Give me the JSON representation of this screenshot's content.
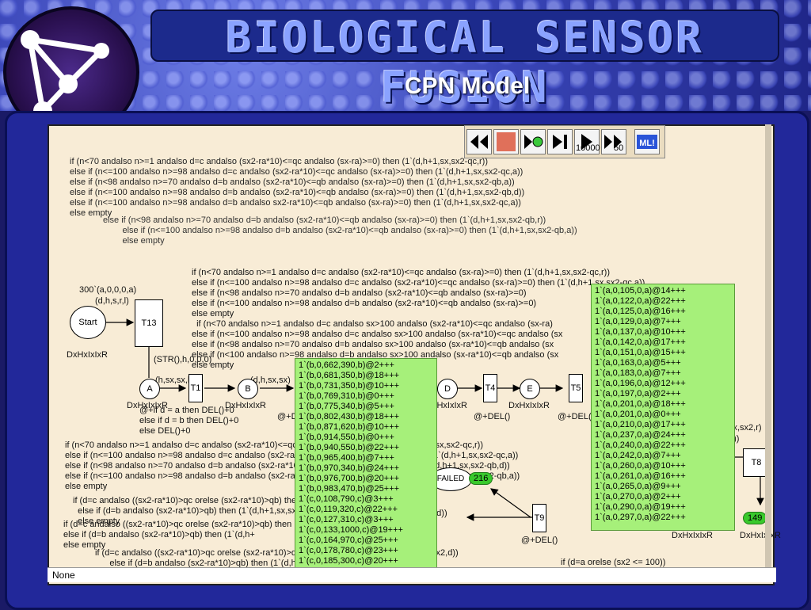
{
  "header": {
    "title": "BIOLOGICAL SENSOR FUSION",
    "subtitle": "CPN Model"
  },
  "toolbar": {
    "buttons": [
      "rewind-icon",
      "stop-icon",
      "play-step-icon",
      "step-icon",
      "play-icon",
      "fast-forward-icon",
      "ml-icon"
    ],
    "steps_value": "10000",
    "interval_value": "50",
    "ml_label": "ML!"
  },
  "status": {
    "text": "None"
  },
  "places": {
    "start": {
      "label": "Start",
      "type": "DxHxIxIxR"
    },
    "a": {
      "label": "A",
      "type": "DxHxIxIxR"
    },
    "b": {
      "label": "B",
      "type": "DxHxIxIxR"
    },
    "d": {
      "label": "D",
      "type": "DxHxIxIxR"
    },
    "e": {
      "label": "E",
      "type": "DxHxIxIxR"
    },
    "failed": {
      "label": "FAILED",
      "count": "216"
    },
    "end_count": "149"
  },
  "transitions": {
    "t13": "T13",
    "t1": "T1",
    "t4": "T4",
    "t5": "T5",
    "t8": "T8",
    "t9": "T9"
  },
  "labels": {
    "initial_marking": "300`(a,0,0,0,a)",
    "initial_vars": "(d,h,s,r,l)",
    "str_expr": "(STR(),h,0,0,0)",
    "arc_hsx": "(h,sx,sx,l)",
    "arc_dhsx": "(d,h,sx,sx)",
    "del_expr": "@+DEL()",
    "del_expr_t9": "@+DEL()",
    "t1_guard": "@+if d = a then DEL()+0\nelse if d = b then DEL()+0\nelse DEL()+0",
    "bottom_guard": "if (d=a orelse (sx2 <= 100))",
    "arc_sx2r": "sx,sx2,r)",
    "arc_paren": "0))",
    "arc_paren2": ",sx2,d))",
    "arc_b": "2,d))"
  },
  "code_blocks": {
    "block1": "if (n<70 andalso n>=1 andalso d=c andalso (sx2-ra*10)<=qc andalso (sx-ra)>=0) then (1`(d,h+1,sx,sx2-qc,r))\nelse if (n<=100 andalso n>=98 andalso d=c andalso (sx2-ra*10)<=qc andalso (sx-ra)>=0) then (1`(d,h+1,sx,sx2-qc,a))\nelse if (n<98 andalso n>=70 andalso d=b andalso (sx2-ra*10)<=qb andalso (sx-ra)>=0) then (1`(d,h+1,sx,sx2-qb,a))\nelse if (n<=100 andalso n>=98 andalso d=b andalso (sx2-ra*10)<=qb andalso (sx-ra)>=0) then (1`(d,h+1,sx,sx2-qb,d))\nelse if (n<=100 andalso n>=98 andalso d=b andalso sx2-ra*10)<=qb andalso (sx-ra)>=0) then (1`(d,h+1,sx,sx2-qc,a))\nelse empty",
    "block1b": "else if (n<98 andalso n>=70 andalso d=b andalso (sx2-ra*10)<=qb andalso (sx-ra)>=0) then (1`(d,h+1,sx,sx2-qb,r))\n        else if (n<=100 andalso n>=98 andalso d=b andalso (sx2-ra*10)<=qb andalso (sx-ra)>=0) then (1`(d,h+1,sx,sx2-qb,a))\n        else empty",
    "block2": "if (n<70 andalso n>=1 andalso d=c andalso (sx2-ra*10)<=qc andalso (sx-ra)>=0) then (1`(d,h+1,sx,sx2-qc,r))\nelse if (n<=100 andalso n>=98 andalso d=c andalso (sx2-ra*10)<=qc andalso (sx-ra)>=0) then (1`(d,h+1,sx,sx2-qc,a))\nelse if (n<98 andalso n>=70 andalso d=b andalso (sx2-ra*10)<=qb andalso (sx-ra)>=0)\nelse if (n<=100 andalso n>=98 andalso d=b andalso (sx2-ra*10)<=qb andalso (sx-ra)>=0)\nelse empty\n  if (n<70 andalso n>=1 andalso d=c andalso sx>100 andalso (sx2-ra*10)<=qc andalso (sx-ra)\nelse if (n<=100 andalso n>=98 andalso d=c andalso sx>100 andalso (sx-ra*10)<=qc andalso (sx\nelse if (n<98 andalso n>=70 andalso d=b andalso sx>100 andalso (sx-ra*10)<=qb andalso (sx\nelse if (n<100 andalso n>=98 andalso d=b andalso sx>100 andalso (sx-ra*10)<=qb andalso (sx\nelse empty",
    "block3": "if (n<70 andalso n>=1 andalso d=c andalso (sx2-ra*10)<=qc andalso (sx-ra)>=0) then (1`(d,h+1,sx,sx2-qc,r))\nelse if (n<=100 andalso n>=98 andalso d=c andalso (sx2-ra*10)<=qc andalso (sx-ra)>=0) then (1`(d,h+1,sx,sx2-qc,a))\nelse if (n<98 andalso n>=70 andalso d=b andalso (sx2-ra*10)<=qb andalso (sx-ra)>=0) then (1`(d,h+1,sx,sx2-qb,d))\nelse if (n<=100 andalso n>=98 andalso d=b andalso (sx2-ra*10)<=qb andalso (sx-ra)>=0) then (1`(d,h+1,sx,sx2-qb,a))\nelse empty",
    "block4": "if (d=c andalso ((sx2-ra*10)>qc orelse (sx2-ra*10)>qb) then (1`(d,h+1,sx,sx2,d))\n  else if (d=b andalso (sx2-ra*10)>qb) then (1`(d,h+1,sx,sx2,d))\n  else empty",
    "block5": "if (d=c andalso ((sx2-ra*10)>qc orelse (sx2-ra*10)>qb) then (1`(d,h+\nelse if (d=b andalso (sx2-ra*10)>qb) then (1`(d,h+\nelse empty",
    "block6": "if (d=c andalso ((sx2-ra*10)>qc orelse (sx2-ra*10)>qb) then (1`(d,h+1,sx,sx2,d))\n      else if (d=b andalso (sx2-ra*10)>qb) then (1`(d,h+1,sx,sx2,d))\n      else empty"
  },
  "popup_left": {
    "tokens": [
      "1`(b,0,662,390,b)@2+++",
      "1`(b,0,681,350,b)@18+++",
      "1`(b,0,731,350,b)@10+++",
      "1`(b,0,769,310,b)@0+++",
      "1`(b,0,775,340,b)@5+++",
      "1`(b,0,802,430,b)@18+++",
      "1`(b,0,871,620,b)@10+++",
      "1`(b,0,914,550,b)@0+++",
      "1`(b,0,940,550,b)@22+++",
      "1`(b,0,965,400,b)@7+++",
      "1`(b,0,970,340,b)@24+++",
      "1`(b,0,976,700,b)@20+++",
      "1`(b,0,983,470,b)@25+++",
      "1`(c,0,108,790,c)@3+++",
      "1`(c,0,119,320,c)@22+++",
      "1`(c,0,127,310,c)@3+++",
      "1`(c,0,133,1000,c)@19+++",
      "1`(c,0,164,970,c)@25+++",
      "1`(c,0,178,780,c)@23+++",
      "1`(c,0,185,300,c)@20+++"
    ]
  },
  "popup_right": {
    "tokens": [
      "1`(a,0,105,0,a)@14+++",
      "1`(a,0,122,0,a)@22+++",
      "1`(a,0,125,0,a)@16+++",
      "1`(a,0,129,0,a)@7+++",
      "1`(a,0,137,0,a)@10+++",
      "1`(a,0,142,0,a)@17+++",
      "1`(a,0,151,0,a)@15+++",
      "1`(a,0,163,0,a)@5+++",
      "1`(a,0,183,0,a)@7+++",
      "1`(a,0,196,0,a)@12+++",
      "1`(a,0,197,0,a)@2+++",
      "1`(a,0,201,0,a)@18+++",
      "1`(a,0,201,0,a)@0+++",
      "1`(a,0,210,0,a)@17+++",
      "1`(a,0,237,0,a)@24+++",
      "1`(a,0,240,0,a)@22+++",
      "1`(a,0,242,0,a)@7+++",
      "1`(a,0,260,0,a)@10+++",
      "1`(a,0,261,0,a)@16+++",
      "1`(a,0,265,0,a)@9+++",
      "1`(a,0,270,0,a)@2+++",
      "1`(a,0,290,0,a)@19+++",
      "1`(a,0,297,0,a)@22+++"
    ]
  }
}
